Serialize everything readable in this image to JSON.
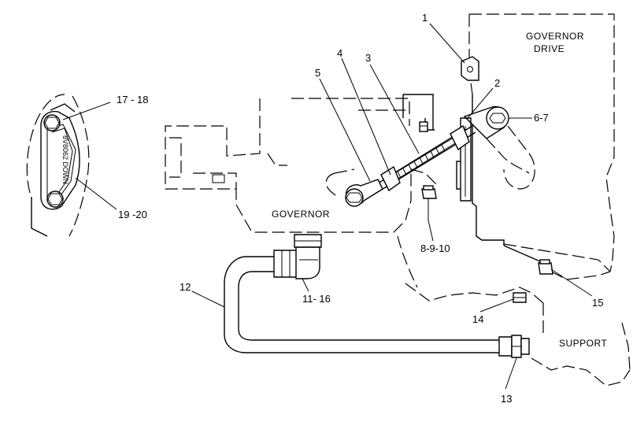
{
  "area_labels": {
    "governor_drive_line1": "GOVERNOR",
    "governor_drive_line2": "DRIVE",
    "governor": "GOVERNOR",
    "support": "SUPPORT"
  },
  "plate_text": "8V8062 DOWN",
  "callouts": {
    "c1": "1",
    "c2": "2",
    "c3": "3",
    "c4": "4",
    "c5": "5",
    "c6_7": "6-7",
    "c8_9_10": "8-9-10",
    "c11_16": "11- 16",
    "c12": "12",
    "c13": "13",
    "c14": "14",
    "c15": "15",
    "c17_18": "17 - 18",
    "c19_20": "19 -20"
  }
}
